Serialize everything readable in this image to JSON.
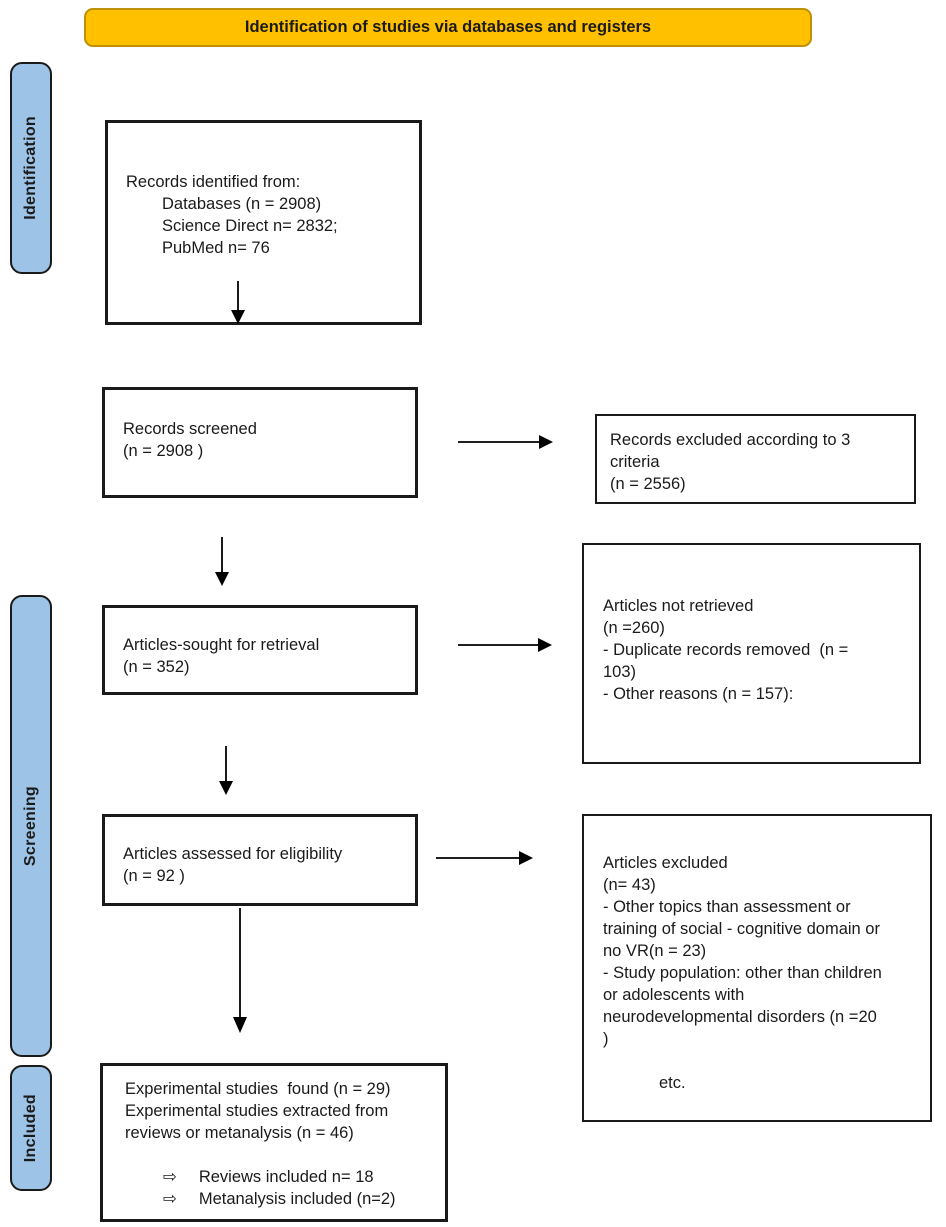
{
  "colors": {
    "banner_fill": "#FFC000",
    "banner_border": "#BF9000",
    "stage_fill": "#9DC3E6",
    "stage_border": "#1A1A1A",
    "box_border": "#1A1A1A",
    "text": "#1A1A1A",
    "background": "#FFFFFF"
  },
  "banner": {
    "title": "Identification of studies via databases and registers"
  },
  "stages": {
    "identification": "Identification",
    "screening": "Screening",
    "included": "Included"
  },
  "flow": {
    "records_identified": {
      "title": "Records identified from:",
      "items": [
        "Databases (n = 2908)",
        "Science Direct n= 2832;",
        "PubMed n= 76"
      ]
    },
    "records_screened": {
      "lines": [
        "Records screened",
        "(n = 2908 )"
      ]
    },
    "records_excluded": {
      "lines": [
        "Records excluded according to 3",
        "criteria",
        "(n = 2556)"
      ]
    },
    "articles_sought": {
      "lines": [
        "Articles-sought for retrieval",
        "(n = 352)"
      ]
    },
    "articles_not_retrieved": {
      "lines": [
        "Articles not retrieved",
        "(n =260)",
        "- Duplicate records removed  (n =",
        "103)",
        "- Other reasons (n = 157):"
      ]
    },
    "articles_assessed": {
      "lines": [
        "Articles assessed for eligibility",
        "(n = 92 )"
      ]
    },
    "articles_excluded": {
      "lines": [
        "Articles excluded",
        "(n= 43)",
        "- Other topics than assessment or",
        "training of social - cognitive domain or",
        "no VR(n = 23)",
        "- Study population: other than children",
        "or adolescents with",
        "neurodevelopmental disorders (n =20",
        ")"
      ],
      "footnote": "etc."
    },
    "included_studies": {
      "lines": [
        "Experimental studies  found (n = 29)",
        "Experimental studies extracted from",
        "reviews or metanalysis (n = 46)"
      ],
      "bullets": [
        {
          "glyph": "⇨",
          "text": "Reviews included n= 18"
        },
        {
          "glyph": "⇨",
          "text": "Metanalysis included (n=2)"
        }
      ]
    }
  }
}
